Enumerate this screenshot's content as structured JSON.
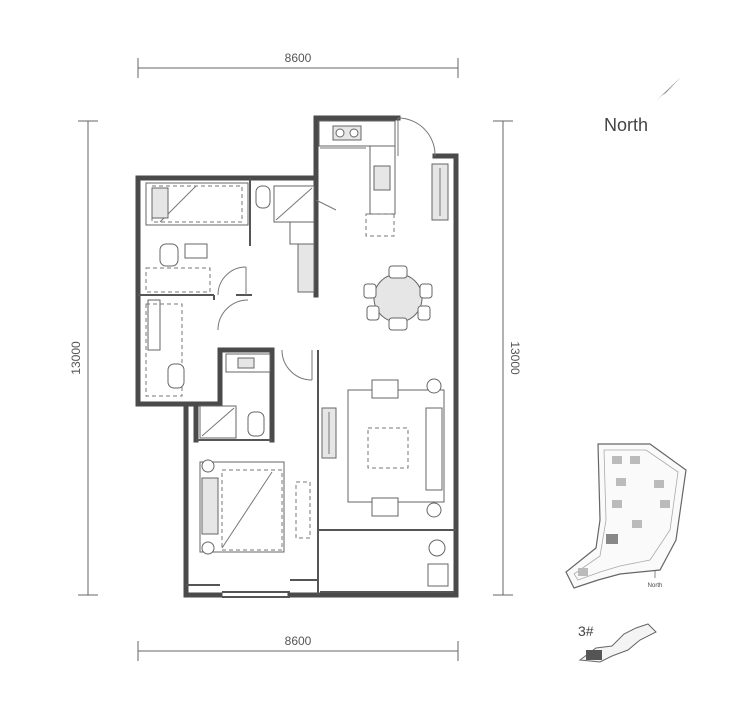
{
  "dimensions": {
    "top_width": "8600",
    "bottom_width": "8600",
    "left_height": "13000",
    "right_height": "13000"
  },
  "compass": {
    "label": "North",
    "icon": "north-arrow-icon"
  },
  "site_plan": {
    "north_label": "North",
    "building_label": "3#"
  }
}
